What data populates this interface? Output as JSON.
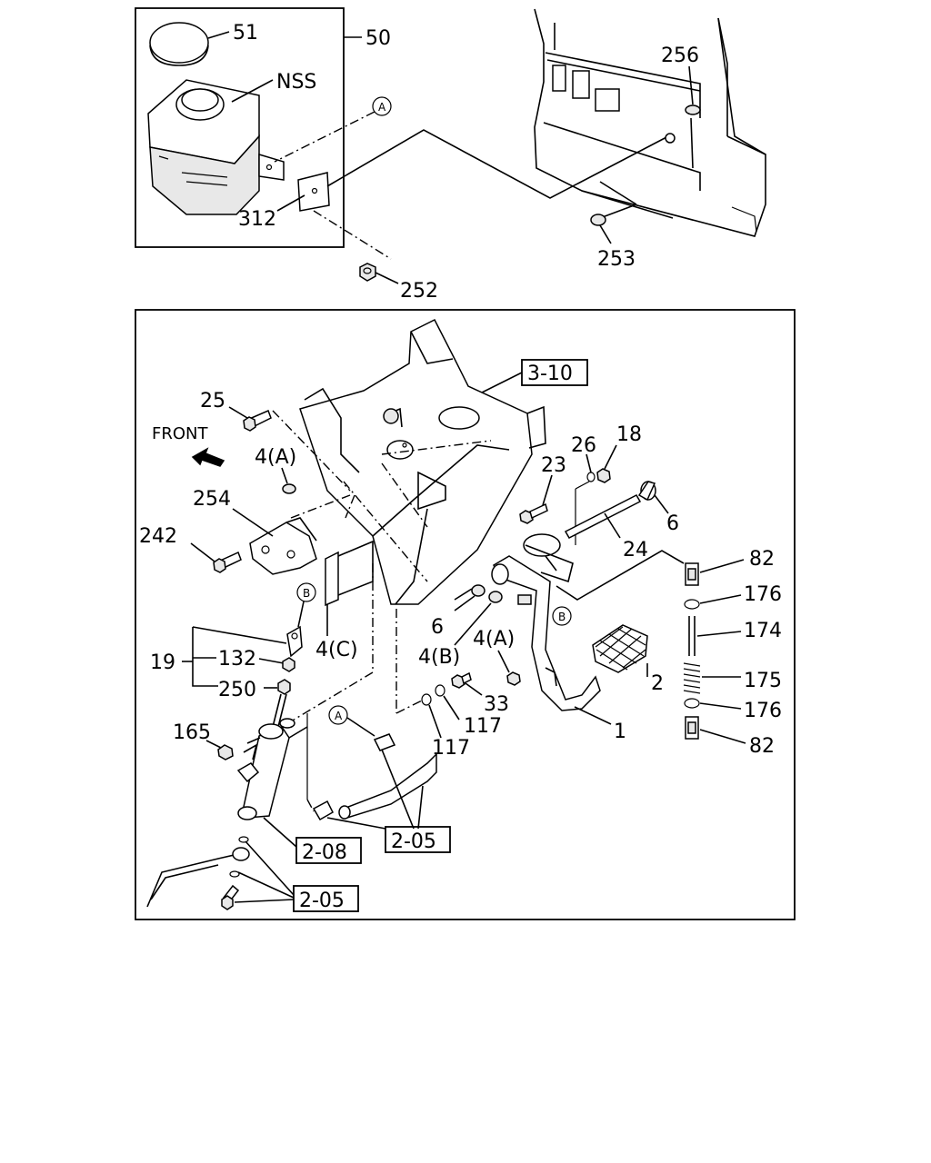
{
  "top_panel": {
    "labels": {
      "p51": "51",
      "p50": "50",
      "nss": "NSS",
      "p312": "312",
      "p252": "252",
      "p256": "256",
      "p253": "253",
      "refA": "A"
    }
  },
  "bottom_panel": {
    "labels": {
      "ref_3_10": "3-10",
      "p25": "25",
      "front": "FRONT",
      "p4a_top": "4(A)",
      "p254": "254",
      "p242": "242",
      "refB_left": "B",
      "p19": "19",
      "p132": "132",
      "p250": "250",
      "p165": "165",
      "ref_2_08": "2-08",
      "ref_2_05_lower": "2-05",
      "ref_2_05_mid": "2-05",
      "refA_mid": "A",
      "p4c": "4(C)",
      "p6_left": "6",
      "p4b": "4(B)",
      "p4a_mid": "4(A)",
      "p117_a": "117",
      "p117_b": "117",
      "p33": "33",
      "p23": "23",
      "p26": "26",
      "p18": "18",
      "p6_right": "6",
      "p24": "24",
      "refB_right": "B",
      "p2": "2",
      "p1": "1",
      "p82_top": "82",
      "p176_top": "176",
      "p174": "174",
      "p175": "175",
      "p176_bottom": "176",
      "p82_bottom": "82"
    }
  }
}
